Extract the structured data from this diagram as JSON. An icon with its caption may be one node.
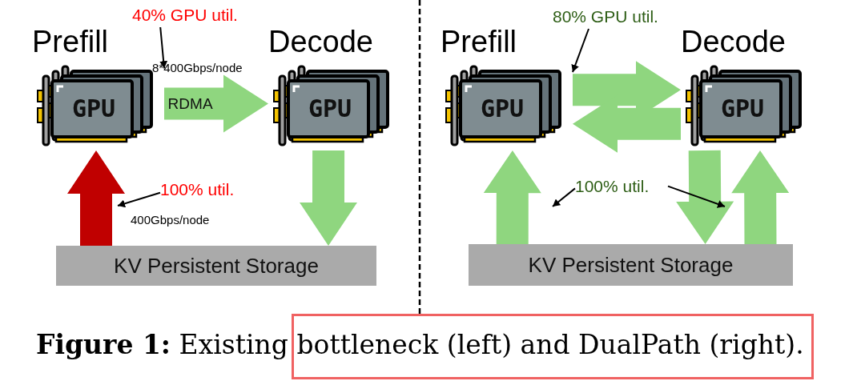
{
  "diagram": {
    "caption": "**Figure 1:** Existing bottleneck (left) and DualPath (right).",
    "nodes": [
      {
        "text": [
          "Prefill",
          "GPU"
        ]
      },
      {
        "text": [
          "Decode",
          "GPU"
        ]
      },
      {
        "text": [
          "KV Persistent Storage"
        ]
      },
      {
        "text": [
          "40% GPU util."
        ]
      },
      {
        "text": [
          "100% util."
        ]
      },
      {
        "text": [
          "Prefill",
          "GPU"
        ]
      },
      {
        "text": [
          "Decode",
          "GPU"
        ]
      },
      {
        "text": [
          "KV Persistent Storage"
        ]
      },
      {
        "text": [
          "80% GPU util."
        ]
      },
      {
        "text": [
          "100% util."
        ]
      }
    ],
    "edges": [
      {
        "from": 0,
        "to": 1,
        "arrow": "to",
        "label": "RDMA",
        "style": "thick"
      },
      {
        "from": 2,
        "to": 0,
        "arrow": "to",
        "style": "thick",
        "color": "#c00000"
      },
      {
        "from": 1,
        "to": 2,
        "arrow": "to",
        "style": "thick"
      },
      {
        "from": 3,
        "to": 0,
        "arrow": "to",
        "color": "#000000"
      },
      {
        "from": 4,
        "to": null,
        "arrow": "to",
        "color": "#000000"
      },
      {
        "from": 5,
        "to": 6,
        "arrow": "to",
        "style": "thick"
      },
      {
        "from": 6,
        "to": 5,
        "arrow": "to",
        "style": "thick"
      },
      {
        "from": 7,
        "to": 5,
        "arrow": "to",
        "style": "thick"
      },
      {
        "from": 6,
        "to": 7,
        "arrow": "to",
        "style": "thick"
      },
      {
        "from": 7,
        "to": 6,
        "arrow": "to",
        "style": "thick"
      },
      {
        "from": 8,
        "to": 5,
        "arrow": "to",
        "color": "#000000"
      },
      {
        "from": 9,
        "to": null,
        "arrow": "to",
        "color": "#000000"
      },
      {
        "from": 9,
        "to": null,
        "arrow": "to",
        "color": "#000000"
      }
    ],
    "labels": [
      "8*400Gbps/node",
      "400Gbps/node"
    ]
  }
}
